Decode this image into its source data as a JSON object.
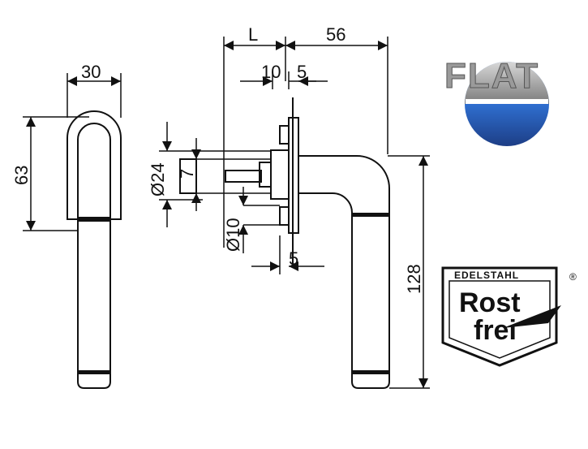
{
  "dimensions": {
    "width_30": "30",
    "height_63": "63",
    "L": "L",
    "d56": "56",
    "d10": "10",
    "d5_top": "5",
    "dia24": "Ø24",
    "d7": "7",
    "dia10": "Ø10",
    "d5_bottom": "5",
    "height_128": "128"
  },
  "logos": {
    "flat_text": "FLAT",
    "edelstahl_text": "EDELSTAHL",
    "registered_mark": "®",
    "rost_text": "Rost",
    "frei_text": "frei"
  },
  "colors": {
    "line": "#111111",
    "flat_blue": "#2f6fd0",
    "flat_grey": "#8a8a8a"
  }
}
